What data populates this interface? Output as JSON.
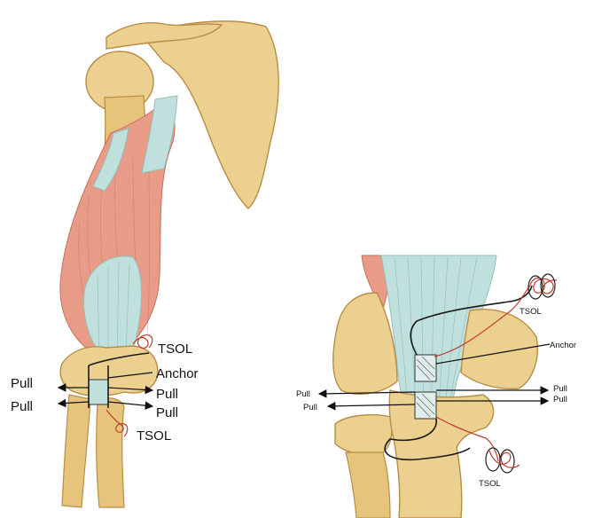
{
  "left_panel": {
    "labels": {
      "tsol_top": "TSOL",
      "anchor": "Anchor",
      "pull_left_1": "Pull",
      "pull_left_2": "Pull",
      "pull_right_1": "Pull",
      "pull_right_2": "Pull",
      "tsol_bottom": "TSOL"
    }
  },
  "right_panel": {
    "labels": {
      "tsol_top": "TSOL",
      "anchor": "Anchor",
      "pull_left_1": "Pull",
      "pull_left_2": "Pull",
      "pull_right_1": "Pull",
      "pull_right_2": "Pull",
      "tsol_bottom": "TSOL"
    }
  },
  "colors": {
    "bone": "#ecd08f",
    "muscle": "#e89b86",
    "tendon": "#bfe0dc",
    "suture": "#c0392b"
  }
}
